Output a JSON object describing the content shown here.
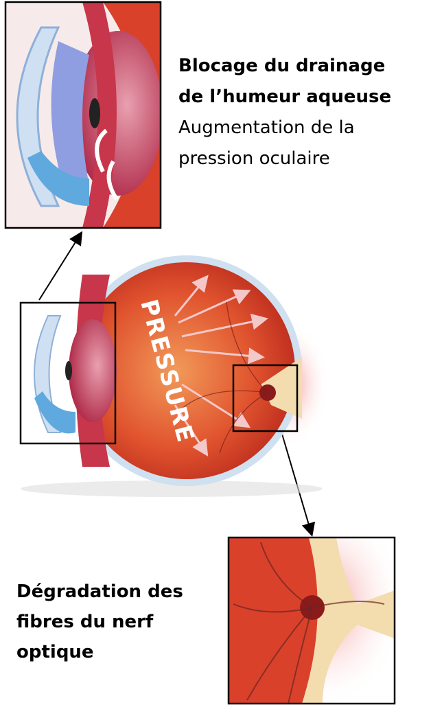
{
  "top_caption": {
    "title_line1": "Blocage du drainage",
    "title_line2": "de l’humeur aqueuse",
    "subtitle_line1": "Augmentation de la",
    "subtitle_line2": "pression oculaire"
  },
  "eye_label": "PRESSURE",
  "bottom_caption": {
    "line1": "Dégradation des",
    "line2": "fibres du nerf",
    "line3": "optique"
  },
  "colors": {
    "retina": "#d9412a",
    "lens": "#c23a5a",
    "cornea": "#a9c8e8",
    "nerve": "#f3dcae",
    "frame": "#000000"
  }
}
